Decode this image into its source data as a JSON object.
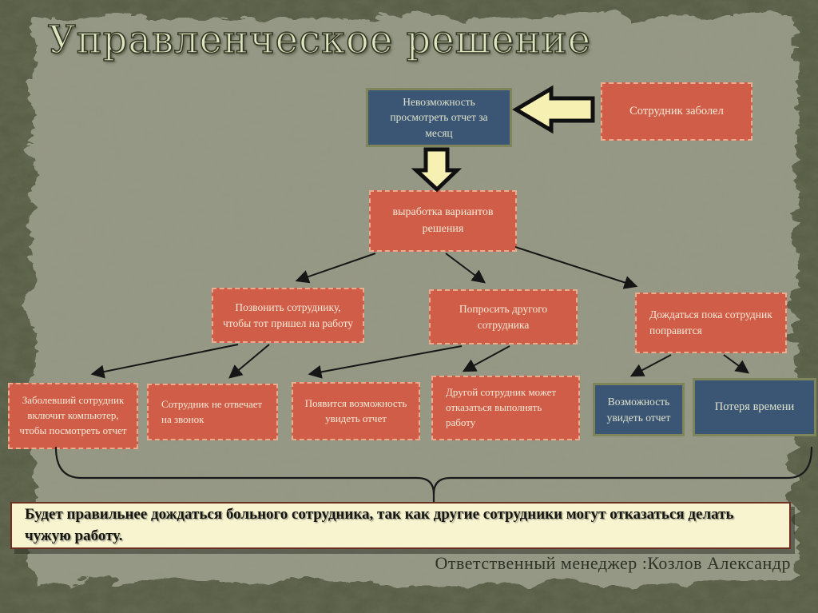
{
  "slide": {
    "title": "Управленческое решение",
    "footer": "Ответственный менеджер :Козлов Александр"
  },
  "conclusion": {
    "text": "Будет правильнее дождаться больного сотрудника, так как другие сотрудники могут отказаться делать чужую работу."
  },
  "nodes": {
    "problem": {
      "label": "Невозможность просмотреть отчет за месяц",
      "style": "blue"
    },
    "cause": {
      "label": "Сотрудник заболел",
      "style": "orange"
    },
    "develop": {
      "label": "выработка вариантов решения",
      "style": "orange"
    },
    "call": {
      "label": "Позвонить сотруднику, чтобы тот пришел на работу",
      "style": "orange"
    },
    "ask": {
      "label": "Попросить другого сотрудника",
      "style": "orange"
    },
    "wait": {
      "label": "Дождаться пока сотрудник поправится",
      "style": "orange"
    },
    "sick_employee": {
      "label": "Заболевший сотрудник включит компьютер, чтобы посмотреть отчет",
      "style": "orange"
    },
    "no_answer": {
      "label": "Сотрудник не отвечает на звонок",
      "style": "orange"
    },
    "report_appears": {
      "label": "Появится возможность увидеть отчет",
      "style": "orange"
    },
    "refusal": {
      "label": "Другой сотрудник может отказаться выполнять работу",
      "style": "orange"
    },
    "see_report": {
      "label": "Возможность увидеть отчет",
      "style": "blue"
    },
    "time_loss": {
      "label": "Потеря времени",
      "style": "blue"
    }
  },
  "edges": [
    {
      "from": "cause",
      "to": "problem",
      "style": "block-arrow-left"
    },
    {
      "from": "problem",
      "to": "develop",
      "style": "block-arrow-down"
    },
    {
      "from": "develop",
      "to": "call",
      "style": "thin-arrow"
    },
    {
      "from": "develop",
      "to": "ask",
      "style": "thin-arrow"
    },
    {
      "from": "develop",
      "to": "wait",
      "style": "thin-arrow"
    },
    {
      "from": "call",
      "to": "sick_employee",
      "style": "thin-arrow"
    },
    {
      "from": "call",
      "to": "no_answer",
      "style": "thin-arrow"
    },
    {
      "from": "ask",
      "to": "report_appears",
      "style": "thin-arrow"
    },
    {
      "from": "ask",
      "to": "refusal",
      "style": "thin-arrow"
    },
    {
      "from": "wait",
      "to": "see_report",
      "style": "thin-arrow"
    },
    {
      "from": "wait",
      "to": "time_loss",
      "style": "thin-arrow"
    }
  ],
  "colors": {
    "background_outer": "#555a43",
    "background_paper": "#989b87",
    "node_orange": "#cf5d47",
    "node_orange_border": "#eaab8e",
    "node_blue": "#3b5574",
    "node_blue_border": "#7e855a",
    "node_text_light": "#f6ead8",
    "block_arrow_fill": "#f6f1b3",
    "block_arrow_outline": "#141414",
    "connector_color": "#161616",
    "title_color": "#dde4c0",
    "conclusion_bg": "#f8f4d0",
    "conclusion_border": "#6d2f1f",
    "footer_color": "#2e3226"
  }
}
